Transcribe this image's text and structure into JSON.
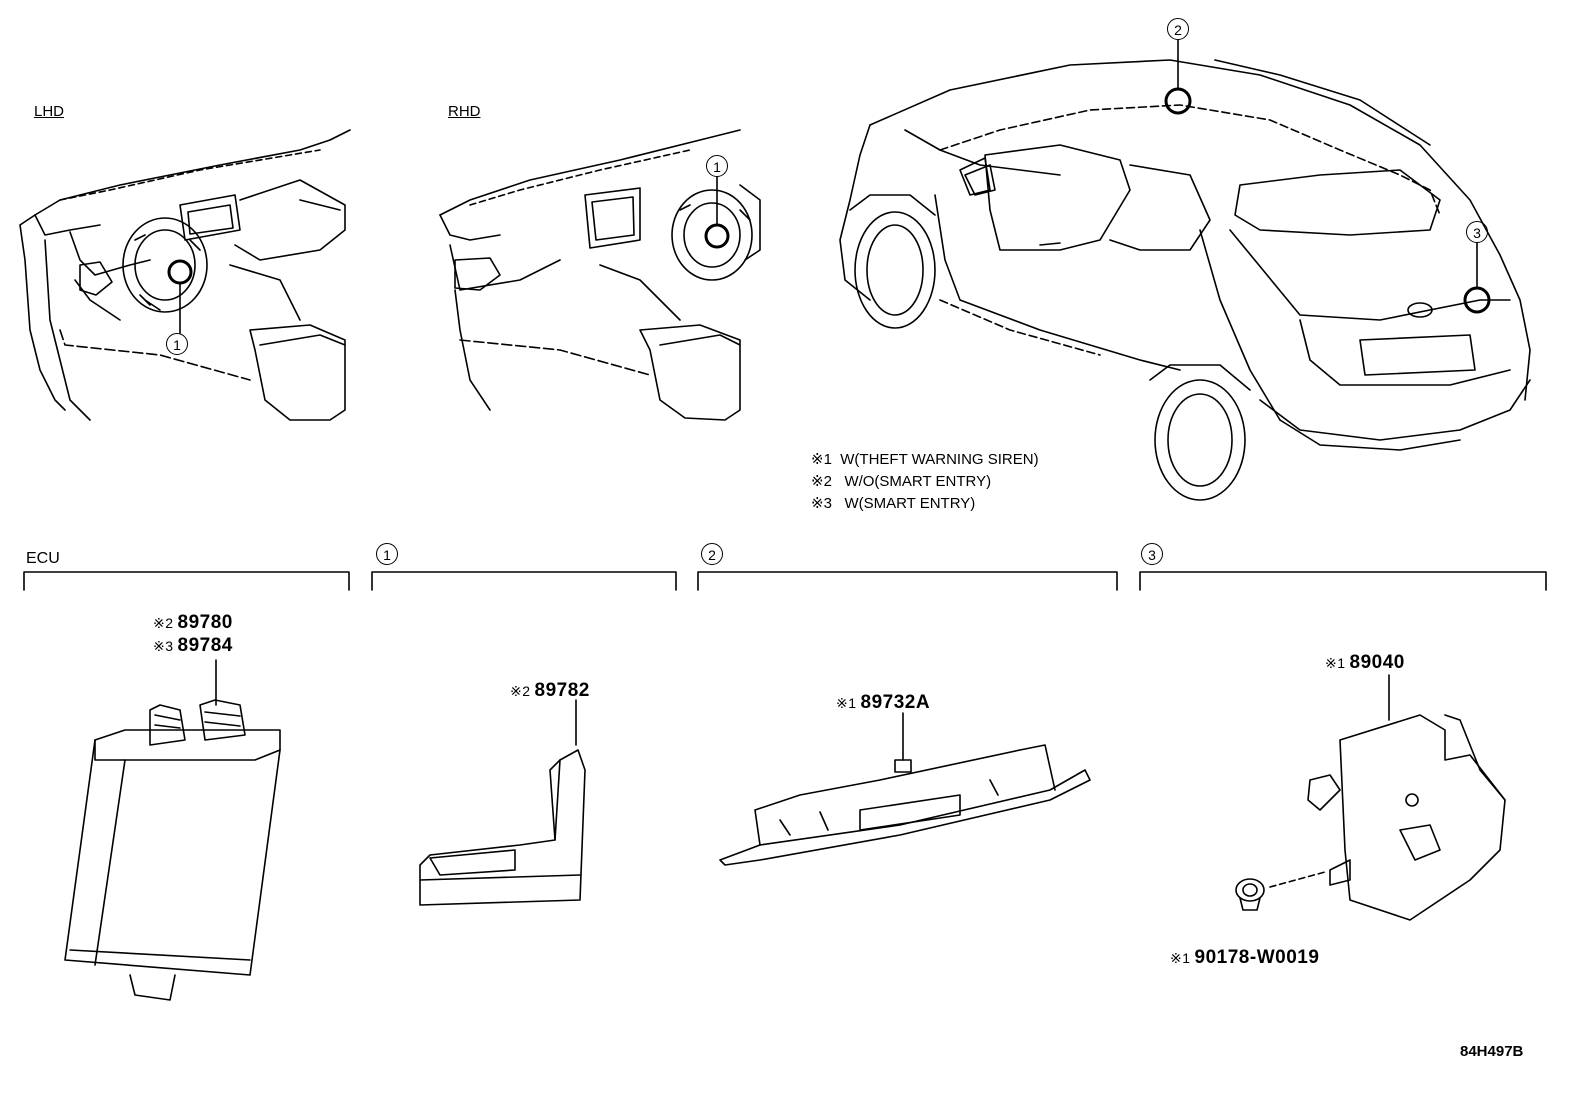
{
  "views": {
    "lhd_label": "LHD",
    "rhd_label": "RHD"
  },
  "callouts": [
    "1",
    "2",
    "3"
  ],
  "notes": [
    {
      "mark": "※1",
      "text": "W(THEFT WARNING SIREN)"
    },
    {
      "mark": "※2",
      "text": "W/O(SMART ENTRY)"
    },
    {
      "mark": "※3",
      "text": "W(SMART ENTRY)"
    }
  ],
  "sections": {
    "ecu_label": "ECU",
    "sec1": "1",
    "sec2": "2",
    "sec3": "3"
  },
  "parts": {
    "ecu_a": {
      "mark": "※2",
      "num": "89780"
    },
    "ecu_b": {
      "mark": "※3",
      "num": "89784"
    },
    "p1": {
      "mark": "※2",
      "num": "89782"
    },
    "p2": {
      "mark": "※1",
      "num": "89732A"
    },
    "p3": {
      "mark": "※1",
      "num": "89040"
    },
    "p4": {
      "mark": "※1",
      "num": "90178-W0019"
    }
  },
  "diagram_code": "84H497B"
}
